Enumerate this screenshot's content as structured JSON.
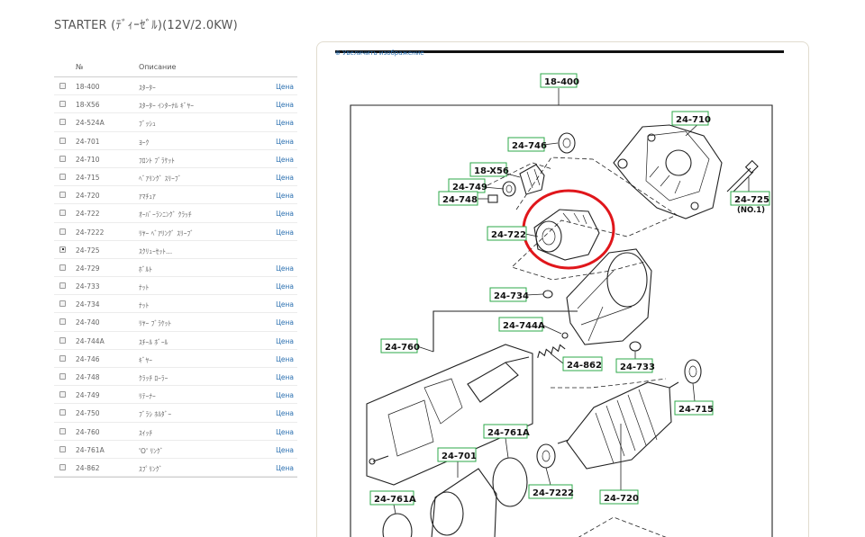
{
  "page": {
    "title": "STARTER (ﾃﾞｨｰｾﾞﾙ)(12V/2.0KW)"
  },
  "table": {
    "col_no": "№",
    "col_desc": "Описание",
    "rows": [
      {
        "no": "18-400",
        "desc": "ｽﾀｰﾀｰ",
        "price": "Цена",
        "checked": false
      },
      {
        "no": "18-X56",
        "desc": "ｽﾀｰﾀｰ ｲﾝﾀｰﾅﾙ ｷﾞﾔｰ",
        "price": "Цена",
        "checked": false
      },
      {
        "no": "24-524A",
        "desc": "ﾌﾞｯｼｭ",
        "price": "Цена",
        "checked": false
      },
      {
        "no": "24-701",
        "desc": "ﾖｰｸ",
        "price": "Цена",
        "checked": false
      },
      {
        "no": "24-710",
        "desc": "ﾌﾛﾝﾄ ﾌﾞﾗｹｯﾄ",
        "price": "Цена",
        "checked": false
      },
      {
        "no": "24-715",
        "desc": "ﾍﾞｱﾘﾝｸﾞ ｽﾘｰﾌﾞ",
        "price": "Цена",
        "checked": false
      },
      {
        "no": "24-720",
        "desc": "ｱﾏﾁｭｱ",
        "price": "Цена",
        "checked": false
      },
      {
        "no": "24-722",
        "desc": "ｵｰﾊﾞｰﾗﾝﾆﾝｸﾞ ｸﾗｯﾁ",
        "price": "Цена",
        "checked": false
      },
      {
        "no": "24-7222",
        "desc": "ﾘﾔｰ ﾍﾞｱﾘﾝｸﾞ ｽﾘｰﾌﾞ",
        "price": "Цена",
        "checked": false
      },
      {
        "no": "24-725",
        "desc": "ｽｸﾘｭｰｾｯﾄ...",
        "price": "",
        "checked": true
      },
      {
        "no": "24-729",
        "desc": "ﾎﾞﾙﾄ",
        "price": "Цена",
        "checked": false
      },
      {
        "no": "24-733",
        "desc": "ﾅｯﾄ",
        "price": "Цена",
        "checked": false
      },
      {
        "no": "24-734",
        "desc": "ﾅｯﾄ",
        "price": "Цена",
        "checked": false
      },
      {
        "no": "24-740",
        "desc": "ﾘﾔｰ ﾌﾞﾗｹｯﾄ",
        "price": "Цена",
        "checked": false
      },
      {
        "no": "24-744A",
        "desc": "ｽﾁｰﾙ ﾎﾞｰﾙ",
        "price": "Цена",
        "checked": false
      },
      {
        "no": "24-746",
        "desc": "ｷﾞﾔｰ",
        "price": "Цена",
        "checked": false
      },
      {
        "no": "24-748",
        "desc": "ｸﾗｯﾁ ﾛｰﾗｰ",
        "price": "Цена",
        "checked": false
      },
      {
        "no": "24-749",
        "desc": "ﾘﾃｰﾅｰ",
        "price": "Цена",
        "checked": false
      },
      {
        "no": "24-750",
        "desc": "ﾌﾞﾗｼ ﾎﾙﾀﾞｰ",
        "price": "Цена",
        "checked": false
      },
      {
        "no": "24-760",
        "desc": "ｽｲｯﾁ",
        "price": "Цена",
        "checked": false
      },
      {
        "no": "24-761A",
        "desc": "'O' ﾘﾝｸﾞ",
        "price": "Цена",
        "checked": false
      },
      {
        "no": "24-862",
        "desc": "ｽﾌﾟﾘﾝｸﾞ",
        "price": "Цена",
        "checked": false
      }
    ]
  },
  "diagram": {
    "enlarge_link": "⊕ Увеличить изображение",
    "highlight_color": "#e0161b",
    "label_border_color": "#2ea84a",
    "callouts": {
      "c18_400": "18-400",
      "c24_710": "24-710",
      "c24_746": "24-746",
      "c18_x56": "18-X56",
      "c24_749": "24-749",
      "c24_748": "24-748",
      "c24_725": "24-725",
      "c24_725_note": "(NO.1)",
      "c24_722": "24-722",
      "c24_734": "24-734",
      "c24_744a": "24-744A",
      "c24_760": "24-760",
      "c24_862": "24-862",
      "c24_733": "24-733",
      "c24_715": "24-715",
      "c24_761a_r": "24-761A",
      "c24_701": "24-701",
      "c24_7222": "24-7222",
      "c24_720": "24-720",
      "c24_761a_l": "24-761A"
    }
  }
}
